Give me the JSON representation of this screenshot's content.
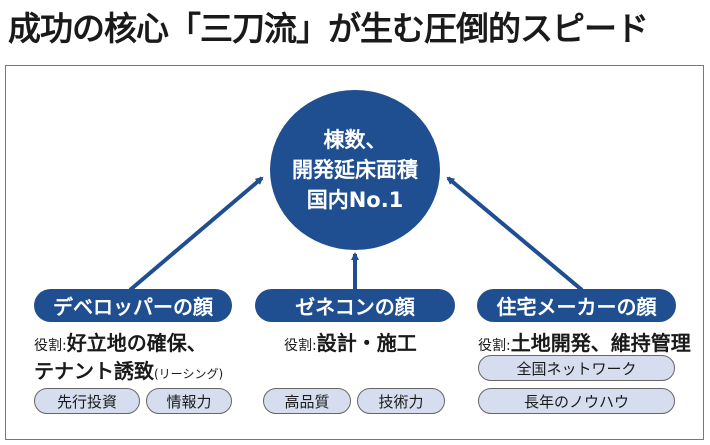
{
  "title": "成功の核心「三刀流」が生む圧倒的スピード",
  "center": {
    "lines": [
      "棟数、",
      "開発延床面積",
      "国内No.1"
    ]
  },
  "colors": {
    "primary": "#1f4e91",
    "tag_fill": "#d6ddee"
  },
  "faces": [
    {
      "label": "デベロッパーの顔",
      "role_label": "役割:",
      "role_line1": "好立地の確保、",
      "role_line2": "テナント誘致",
      "role_note": "(リーシング)",
      "tags": [
        "先行投資",
        "情報力"
      ]
    },
    {
      "label": "ゼネコンの顔",
      "role_label": "役割:",
      "role_line1": "設計・施工",
      "tags": [
        "高品質",
        "技術力"
      ]
    },
    {
      "label": "住宅メーカーの顔",
      "role_label": "役割:",
      "role_line1": "土地開発、維持管理",
      "tags": [
        "全国ネットワーク",
        "長年のノウハウ"
      ]
    }
  ]
}
